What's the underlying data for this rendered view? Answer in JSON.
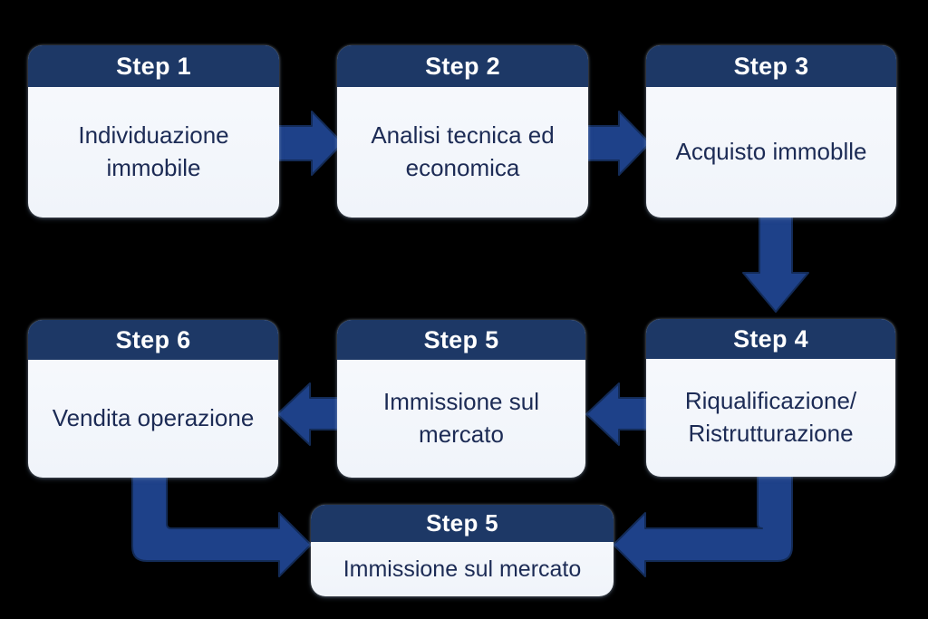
{
  "diagram": {
    "type": "flowchart",
    "language": "Italian",
    "description": "Six-step real estate investment process flow"
  },
  "colors": {
    "background": "#000000",
    "box_header": "#1d3866",
    "box_header_text": "#ffffff",
    "box_body": "#f3f6fb",
    "box_text": "#1c2b55",
    "arrow_fill": "#1e4189",
    "arrow_outline": "#132b57"
  },
  "boxes": [
    {
      "id": "step1",
      "title": "Step 1",
      "label": "Individuazione immobile"
    },
    {
      "id": "step2",
      "title": "Step 2",
      "label": "Analisi tecnica ed economica"
    },
    {
      "id": "step3",
      "title": "Step 3",
      "label": "Acquisto immoblle"
    },
    {
      "id": "step4",
      "title": "Step 4",
      "label": "Riqualificazione/ Ristrutturazione"
    },
    {
      "id": "step5",
      "title": "Step 5",
      "label": "Immissione sul mercato"
    },
    {
      "id": "step6",
      "title": "Step 6",
      "label": "Vendita operazione"
    },
    {
      "id": "step5-final",
      "title": "Step 5",
      "label": "Immissione sul mercato"
    }
  ],
  "arrows": [
    {
      "from": "step1",
      "to": "step2",
      "direction": "right"
    },
    {
      "from": "step2",
      "to": "step3",
      "direction": "right"
    },
    {
      "from": "step3",
      "to": "step4",
      "direction": "down"
    },
    {
      "from": "step4",
      "to": "step5",
      "direction": "left"
    },
    {
      "from": "step5",
      "to": "step6",
      "direction": "left"
    },
    {
      "from": "step6",
      "to": "step5-final",
      "direction": "elbow-down-right"
    },
    {
      "from": "step4",
      "to": "step5-final",
      "direction": "elbow-down-left"
    }
  ]
}
